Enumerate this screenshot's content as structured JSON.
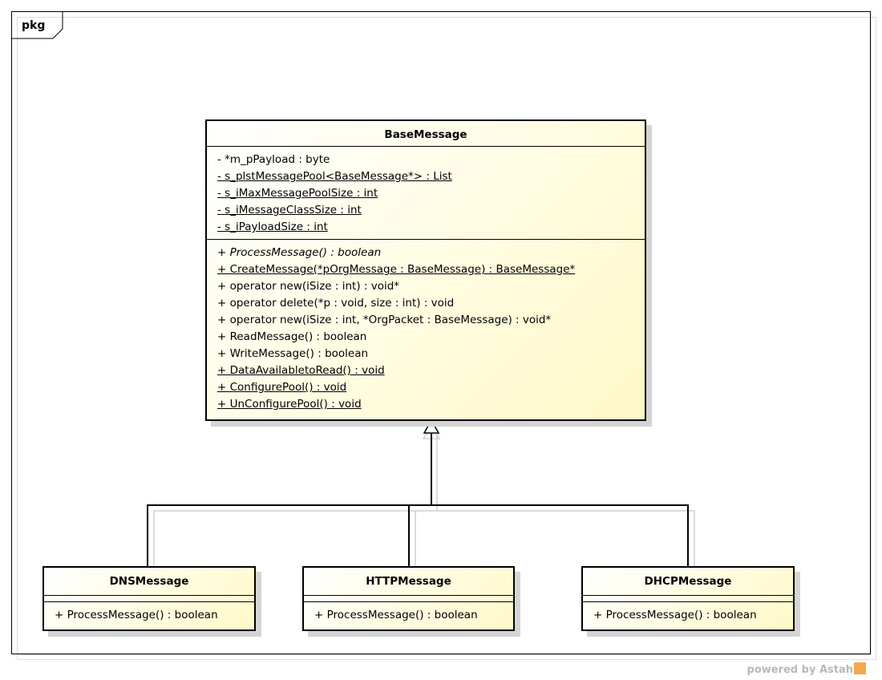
{
  "frame": {
    "label": "pkg"
  },
  "classes": {
    "base": {
      "name": "BaseMessage",
      "attributes": [
        {
          "text": "- *m_pPayload : byte",
          "static": false
        },
        {
          "text": "- s_plstMessagePool<BaseMessage*> : List",
          "static": true
        },
        {
          "text": "- s_iMaxMessagePoolSize : int",
          "static": true
        },
        {
          "text": "- s_iMessageClassSize : int",
          "static": true
        },
        {
          "text": "- s_iPayloadSize : int",
          "static": true
        }
      ],
      "operations": [
        {
          "text": "+ ProcessMessage() : boolean",
          "abstract": true
        },
        {
          "text": "+ CreateMessage(*pOrgMessage : BaseMessage) : BaseMessage*",
          "static": true
        },
        {
          "text": "+ operator new(iSize : int) : void*"
        },
        {
          "text": "+ operator delete(*p : void, size : int) : void"
        },
        {
          "text": "+ operator new(iSize : int, *OrgPacket : BaseMessage) : void*"
        },
        {
          "text": "+ ReadMessage() : boolean"
        },
        {
          "text": "+ WriteMessage() : boolean"
        },
        {
          "text": "+ DataAvailabletoRead() : void",
          "static": true
        },
        {
          "text": "+ ConfigurePool() : void",
          "static": true
        },
        {
          "text": "+ UnConfigurePool() : void",
          "static": true
        }
      ]
    },
    "dns": {
      "name": "DNSMessage",
      "operation": "+ ProcessMessage() : boolean"
    },
    "http": {
      "name": "HTTPMessage",
      "operation": "+ ProcessMessage() : boolean"
    },
    "dhcp": {
      "name": "DHCPMessage",
      "operation": "+ ProcessMessage() : boolean"
    }
  },
  "relationships": [
    {
      "type": "generalization",
      "from": "DNSMessage",
      "to": "BaseMessage"
    },
    {
      "type": "generalization",
      "from": "HTTPMessage",
      "to": "BaseMessage"
    },
    {
      "type": "generalization",
      "from": "DHCPMessage",
      "to": "BaseMessage"
    }
  ],
  "footer": {
    "powered_by": "powered by Astah"
  }
}
